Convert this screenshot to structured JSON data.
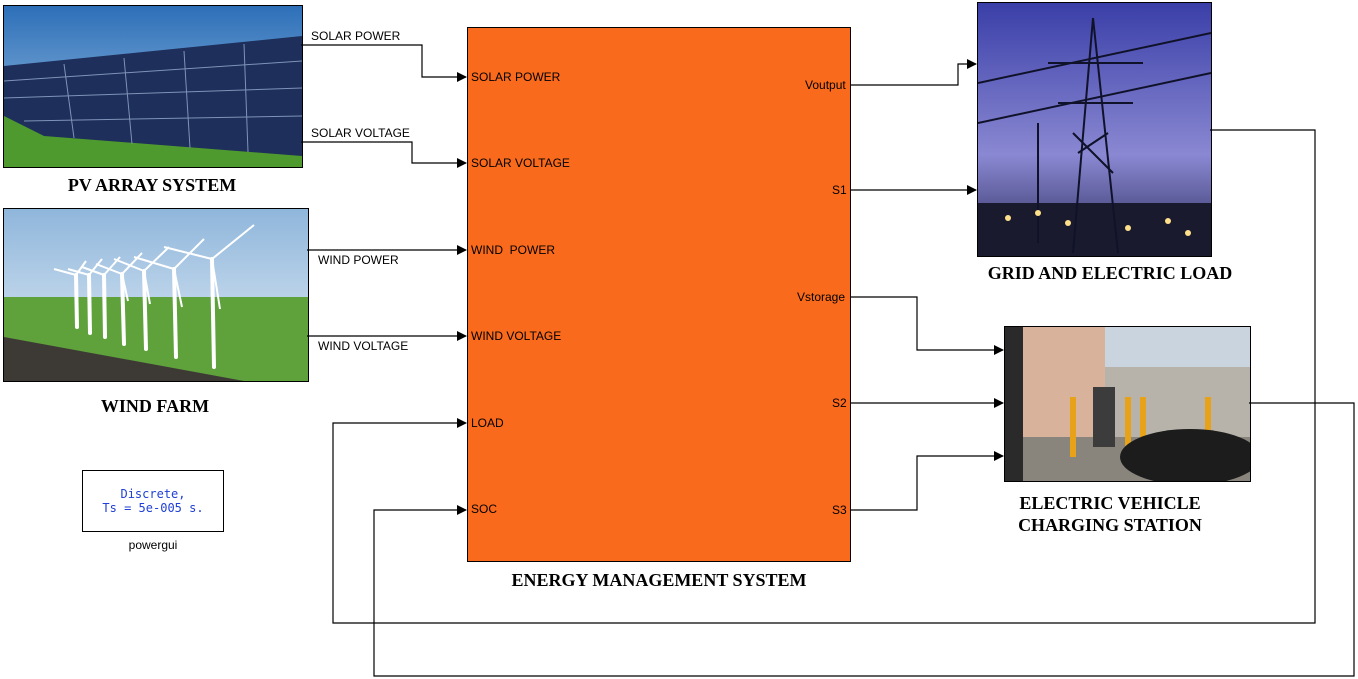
{
  "blocks": {
    "pv_caption": "PV ARRAY SYSTEM",
    "wind_caption": "WIND FARM",
    "ems_caption": "ENERGY MANAGEMENT SYSTEM",
    "grid_caption": "GRID AND ELECTRIC LOAD",
    "ev_caption_line1": "ELECTRIC VEHICLE",
    "ev_caption_line2": "CHARGING STATION"
  },
  "signals": {
    "solar_power": "SOLAR POWER",
    "solar_voltage": "SOLAR VOLTAGE",
    "wind_power": "WIND POWER",
    "wind_voltage": "WIND VOLTAGE"
  },
  "ems_inputs": [
    "SOLAR POWER",
    "SOLAR VOLTAGE",
    "WIND  POWER",
    "WIND VOLTAGE",
    "LOAD",
    "SOC"
  ],
  "ems_outputs": [
    "Voutput",
    "S1",
    "Vstorage",
    "S2",
    "S3"
  ],
  "powergui": {
    "line1": "Discrete,",
    "line2": "Ts = 5e-005 s.",
    "label": "powergui"
  }
}
